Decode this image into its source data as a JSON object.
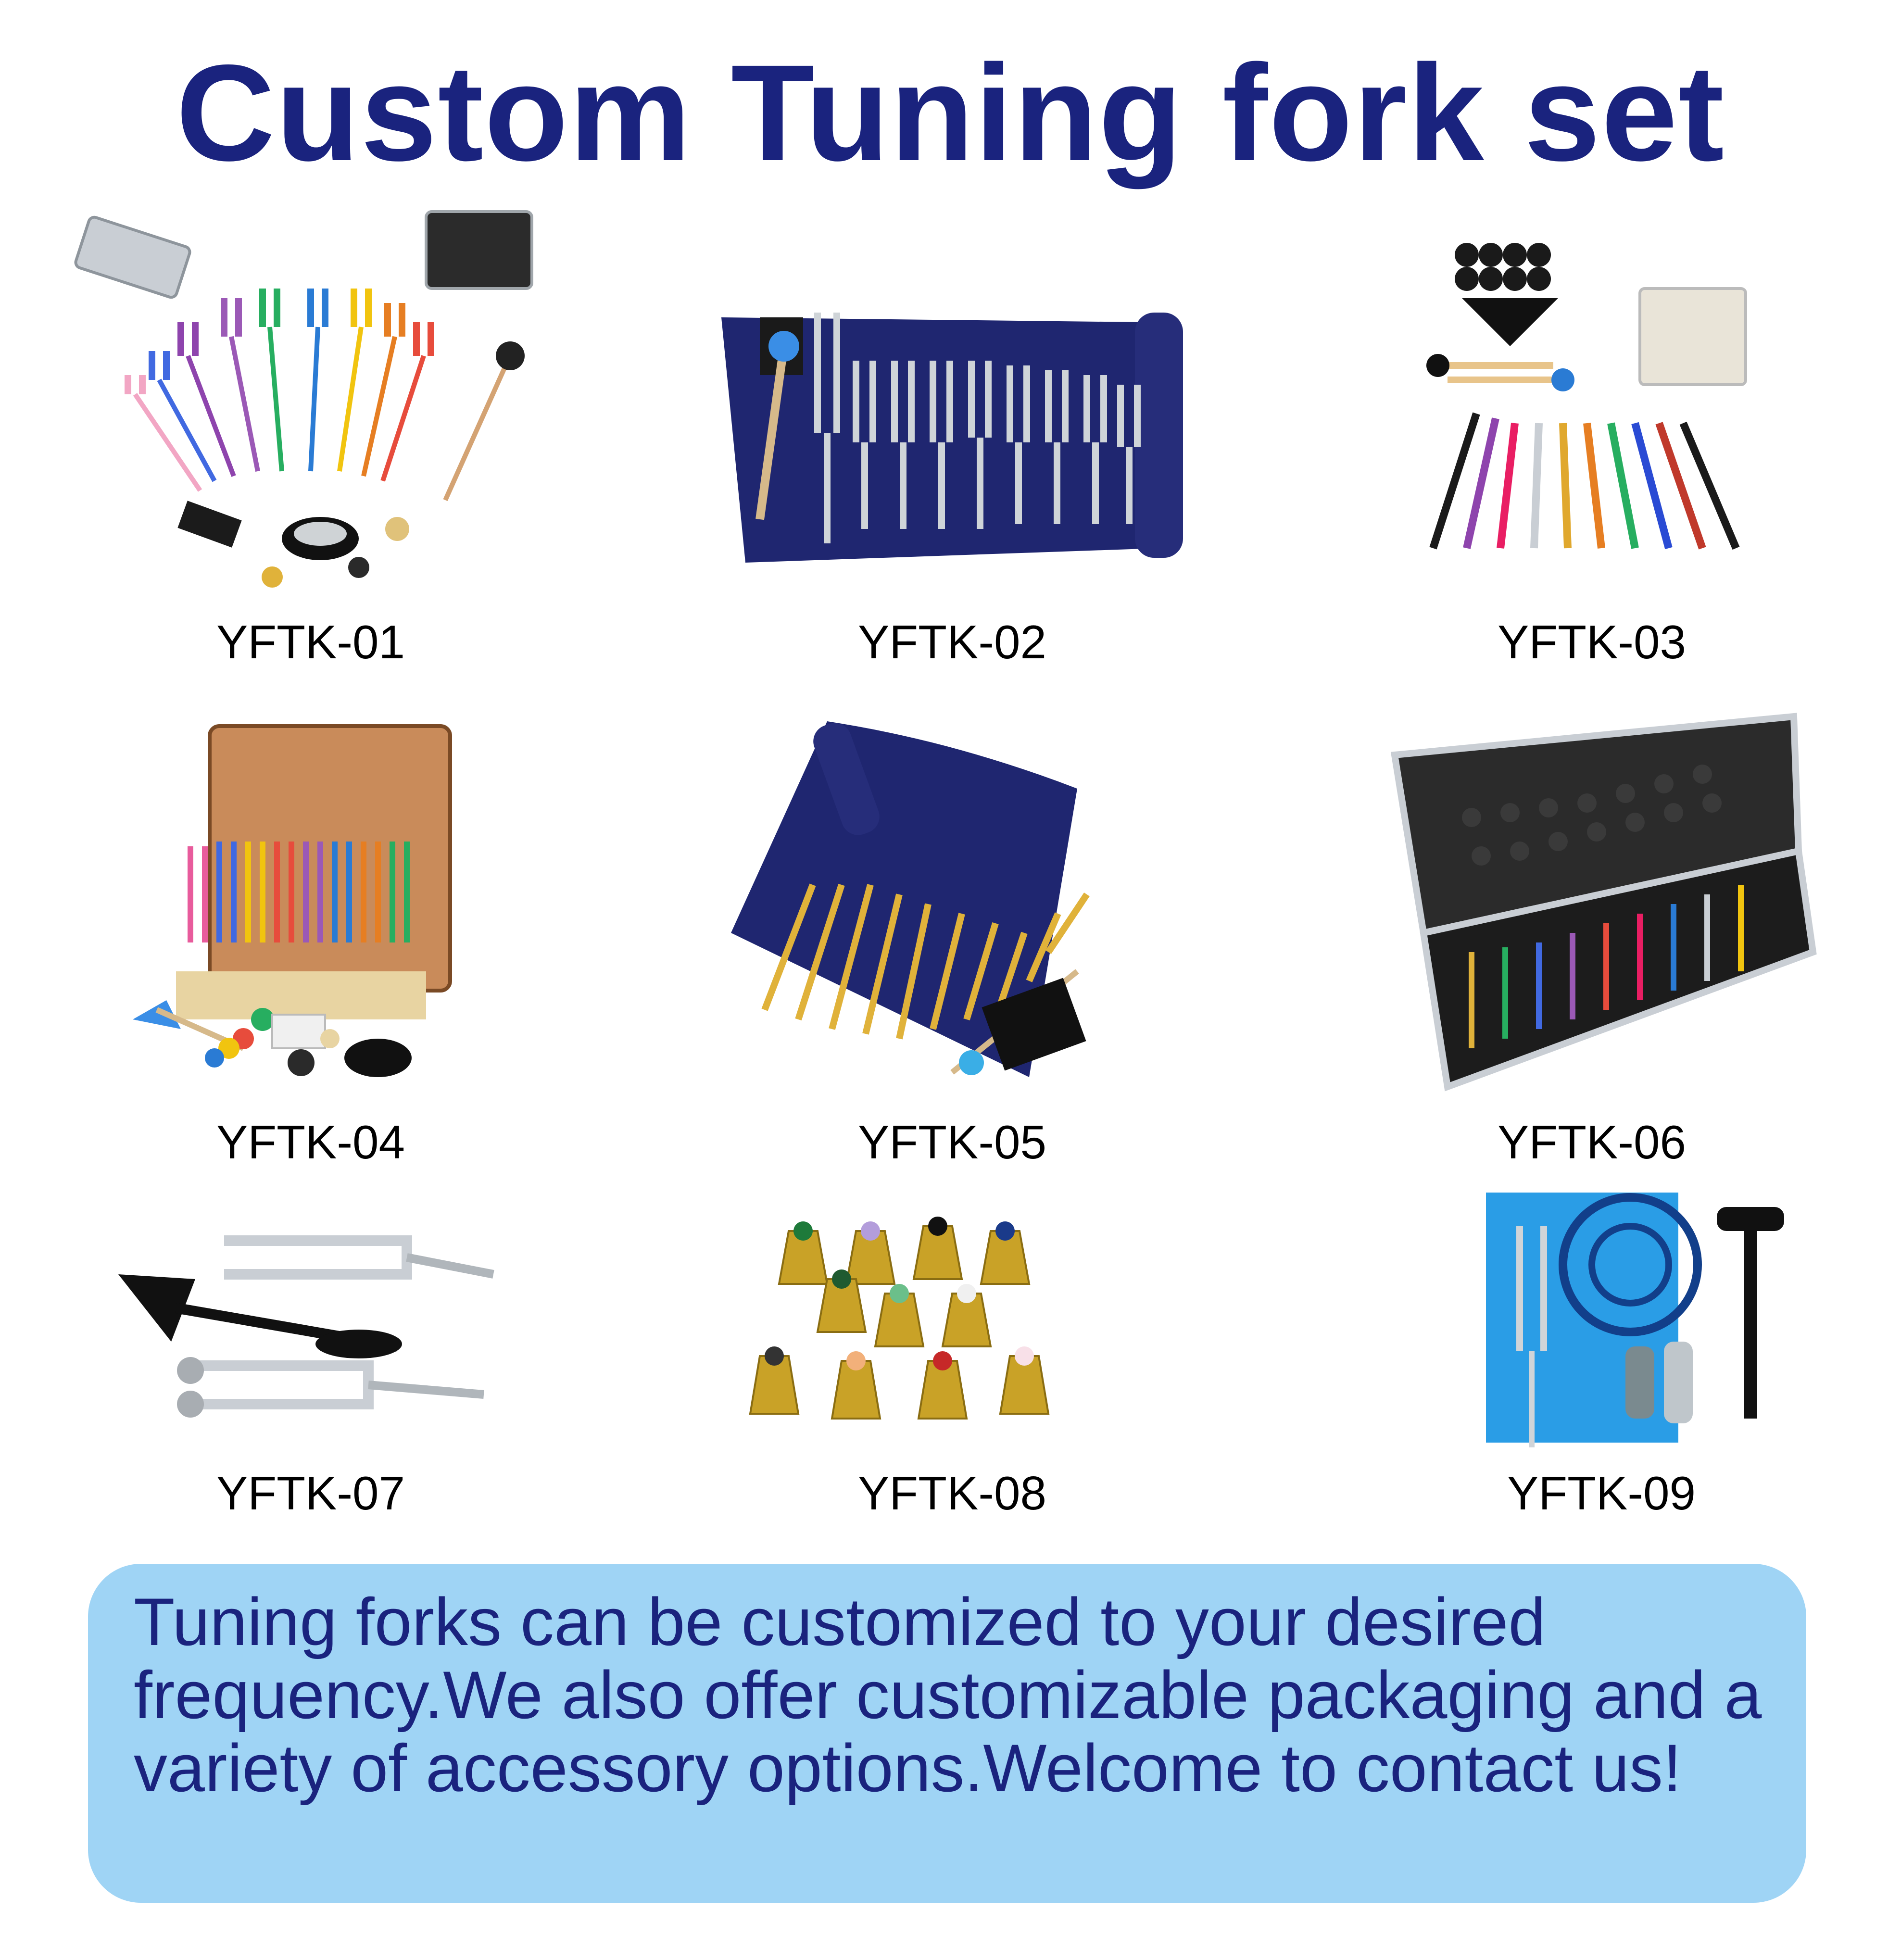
{
  "title": "Custom Tuning fork set",
  "products": [
    {
      "code": "YFTK-01",
      "icon": "rainbow-tuning-fork-set-with-cases-image"
    },
    {
      "code": "YFTK-02",
      "icon": "silver-tuning-forks-on-blue-velvet-roll-image"
    },
    {
      "code": "YFTK-03",
      "icon": "colored-tuning-forks-with-accessories-and-white-case-image"
    },
    {
      "code": "YFTK-04",
      "icon": "colored-forks-on-wooden-stand-with-case-image"
    },
    {
      "code": "YFTK-05",
      "icon": "gold-tuning-forks-on-blue-velvet-bag-image"
    },
    {
      "code": "YFTK-06",
      "icon": "aluminum-case-with-colored-forks-image"
    },
    {
      "code": "YFTK-07",
      "icon": "medical-tuning-forks-with-reflex-hammer-image"
    },
    {
      "code": "YFTK-08",
      "icon": "gold-gemstone-tuning-fork-weights-image"
    },
    {
      "code": "YFTK-09",
      "icon": "chakra-booklet-with-fork-and-hammer-image"
    }
  ],
  "info": {
    "text": "Tuning forks can be customized to your desired frequency.We also offer customizable packaging and a variety of accessory options.Welcome to contact us!"
  },
  "colors": {
    "title": "#1a237e",
    "info_background": "#9fd4f5",
    "info_text": "#1a237e"
  }
}
